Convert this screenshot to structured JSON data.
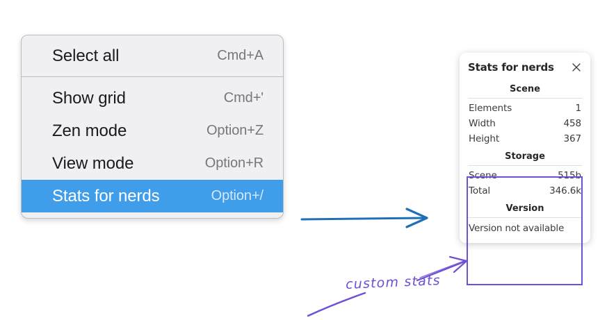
{
  "context_menu": {
    "groups": [
      {
        "items": [
          {
            "label": "Select all",
            "shortcut": "Cmd+A",
            "selected": false
          }
        ]
      },
      {
        "items": [
          {
            "label": "Show grid",
            "shortcut": "Cmd+'",
            "selected": false
          },
          {
            "label": "Zen mode",
            "shortcut": "Option+Z",
            "selected": false
          },
          {
            "label": "View mode",
            "shortcut": "Option+R",
            "selected": false
          },
          {
            "label": "Stats for nerds",
            "shortcut": "Option+/",
            "selected": true
          }
        ]
      }
    ],
    "highlight_color": "#3f9de9"
  },
  "stats_panel": {
    "title": "Stats for nerds",
    "close_icon": "close-icon",
    "sections": [
      {
        "heading": "Scene",
        "rows": [
          {
            "key": "Elements",
            "value": "1"
          },
          {
            "key": "Width",
            "value": "458"
          },
          {
            "key": "Height",
            "value": "367"
          }
        ]
      },
      {
        "heading": "Storage",
        "rows": [
          {
            "key": "Scene",
            "value": "515b"
          },
          {
            "key": "Total",
            "value": "346.6k"
          }
        ]
      },
      {
        "heading": "Version",
        "text": "Version not available"
      }
    ]
  },
  "annotations": {
    "blue_arrow_color": "#1f6fb5",
    "purple_color": "#6f4fd6",
    "note_text": "custom stats"
  }
}
